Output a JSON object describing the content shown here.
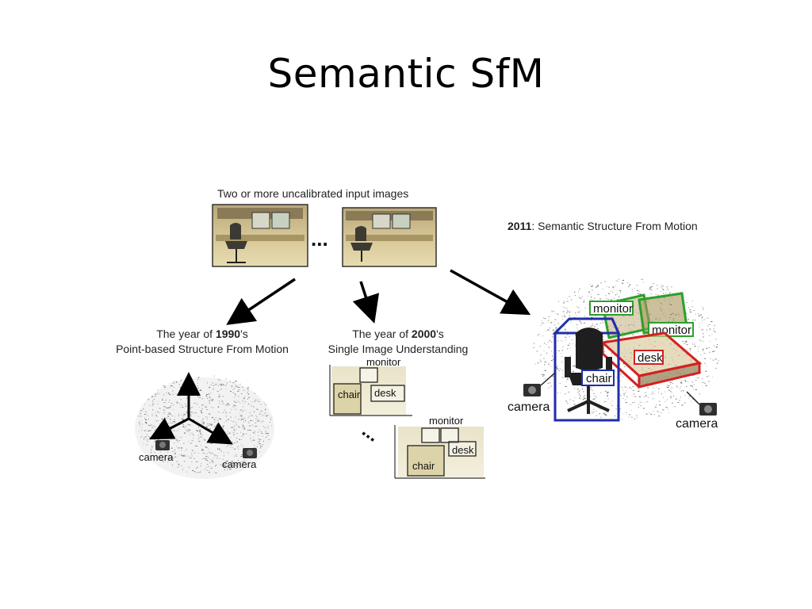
{
  "slide": {
    "title": "Semantic SfM"
  },
  "input": {
    "caption": "Two or more uncalibrated input images",
    "ellipsis": "..."
  },
  "branch_1990": {
    "caption_prefix": "The year of ",
    "caption_year": "1990",
    "caption_suffix": "'s",
    "caption_line2": "Point-based Structure From Motion",
    "labels": [
      "camera",
      "camera"
    ]
  },
  "branch_2000": {
    "caption_prefix": "The year of ",
    "caption_year": "2000",
    "caption_suffix": "'s",
    "caption_line2": "Single Image Understanding",
    "frame1_labels": {
      "monitor": "monitor",
      "chair": "chair",
      "desk": "desk"
    },
    "frame2_labels": {
      "monitor": "monitor",
      "chair": "chair",
      "desk": "desk"
    },
    "ellipsis": "..."
  },
  "branch_2011": {
    "caption_year": "2011",
    "caption_rest": ": Semantic Structure From Motion",
    "labels": {
      "monitor_1": "monitor",
      "monitor_2": "monitor",
      "desk": "desk",
      "chair": "chair",
      "camera_left": "camera",
      "camera_right": "camera"
    }
  },
  "colors": {
    "chair_box": "#1f2fa8",
    "monitor_box": "#2aa12a",
    "desk_box": "#d42020",
    "photo_bg": "#c9b98a",
    "photo_dark": "#4a4432"
  }
}
